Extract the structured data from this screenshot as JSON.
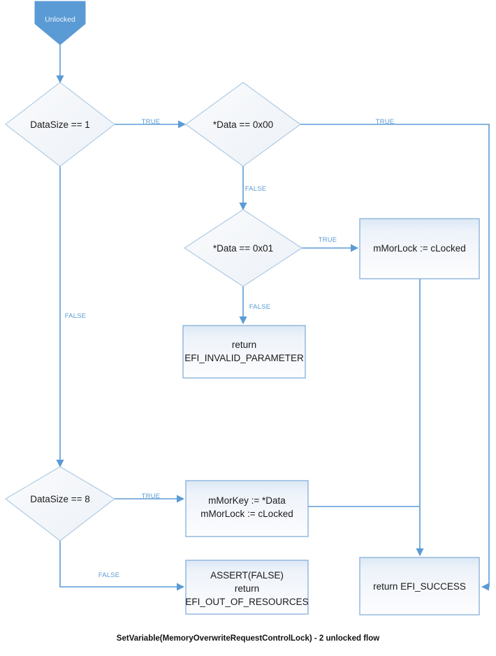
{
  "diagram": {
    "caption": "SetVariable(MemoryOverwriteRequestControlLock) - 2 unlocked flow",
    "colors": {
      "accent": "#5b9bd5",
      "edge": "#5b9bd5",
      "box_stroke": "#8cb4dd",
      "diamond_stroke": "#a8c6e4",
      "box_fill": "#f4f7fb",
      "start_fill": "#5b9bd5",
      "text": "#1a1a1a",
      "edge_label": "#5b9bd5"
    },
    "nodes": {
      "start": {
        "id": "start",
        "type": "start",
        "label": "Unlocked"
      },
      "d1": {
        "id": "d1",
        "type": "decision",
        "label": "DataSize == 1"
      },
      "d2": {
        "id": "d2",
        "type": "decision",
        "label": "*Data == 0x00"
      },
      "d3": {
        "id": "d3",
        "type": "decision",
        "label": "*Data == 0x01"
      },
      "d4": {
        "id": "d4",
        "type": "decision",
        "label": "DataSize == 8"
      },
      "p_lock": {
        "id": "p_lock",
        "type": "process",
        "lines": [
          "mMorLock := cLocked"
        ]
      },
      "p_invalid": {
        "id": "p_invalid",
        "type": "process",
        "lines": [
          "return",
          "EFI_INVALID_PARAMETER"
        ]
      },
      "p_key": {
        "id": "p_key",
        "type": "process",
        "lines": [
          "mMorKey := *Data",
          "mMorLock := cLocked"
        ]
      },
      "p_assert": {
        "id": "p_assert",
        "type": "process",
        "lines": [
          "ASSERT(FALSE)",
          "return",
          "EFI_OUT_OF_RESOURCES"
        ]
      },
      "p_success": {
        "id": "p_success",
        "type": "process",
        "lines": [
          "return EFI_SUCCESS"
        ]
      }
    },
    "edge_labels": {
      "d1_true": "TRUE",
      "d1_false": "FALSE",
      "d2_true": "TRUE",
      "d2_false": "FALSE",
      "d3_true": "TRUE",
      "d3_false": "FALSE",
      "d4_true": "TRUE",
      "d4_false": "FALSE"
    },
    "edges": [
      {
        "from": "start",
        "to": "d1",
        "label": ""
      },
      {
        "from": "d1",
        "to": "d2",
        "label": "TRUE"
      },
      {
        "from": "d1",
        "to": "d4",
        "label": "FALSE"
      },
      {
        "from": "d2",
        "to": "p_success",
        "label": "TRUE"
      },
      {
        "from": "d2",
        "to": "d3",
        "label": "FALSE"
      },
      {
        "from": "d3",
        "to": "p_lock",
        "label": "TRUE"
      },
      {
        "from": "d3",
        "to": "p_invalid",
        "label": "FALSE"
      },
      {
        "from": "p_lock",
        "to": "p_success",
        "label": ""
      },
      {
        "from": "d4",
        "to": "p_key",
        "label": "TRUE"
      },
      {
        "from": "d4",
        "to": "p_assert",
        "label": "FALSE"
      },
      {
        "from": "p_key",
        "to": "p_success",
        "label": ""
      }
    ]
  }
}
